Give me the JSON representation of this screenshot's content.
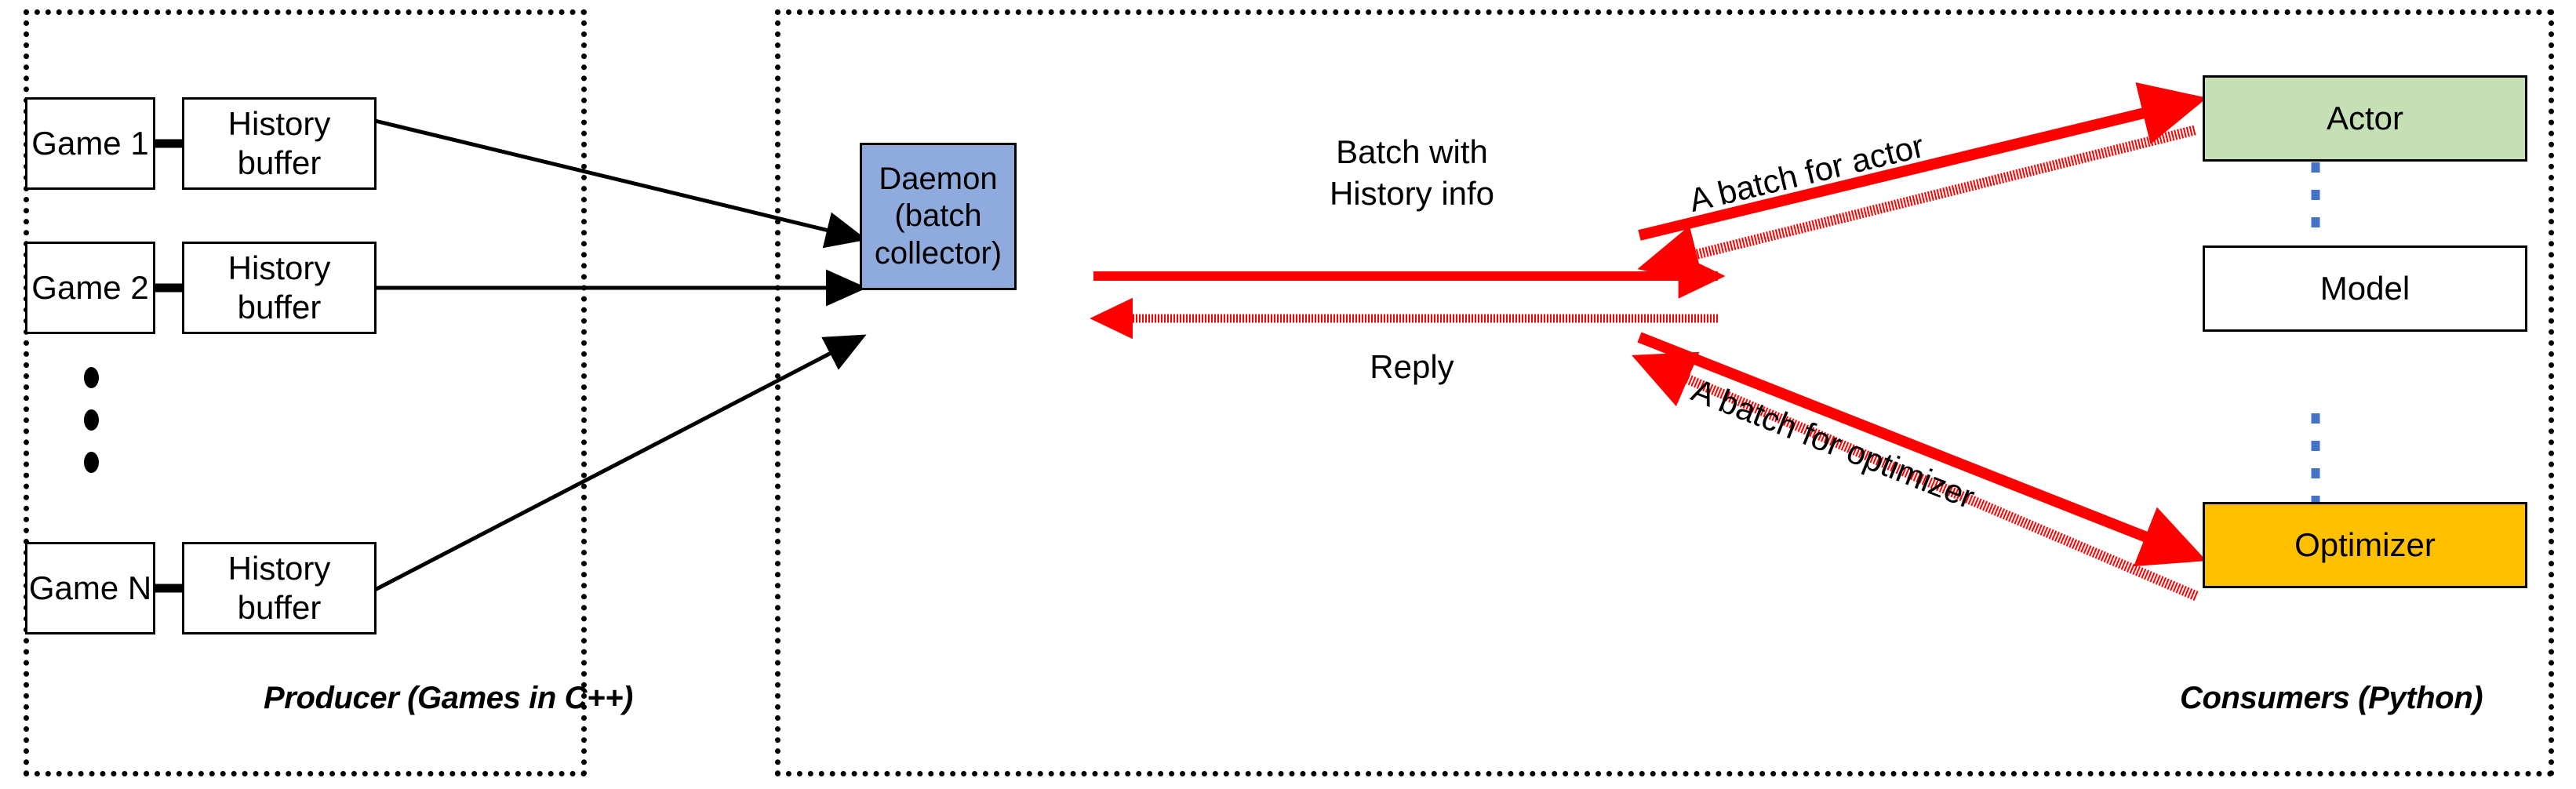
{
  "diagram": {
    "title_colors": {
      "daemon_fill": "#8FAADC",
      "actor_fill": "#C5E0B4",
      "model_fill": "#FFFFFF",
      "optimizer_fill": "#FFC000",
      "arrow_red": "#FF0000",
      "link_blue": "#4472C4",
      "border_black": "#000000"
    },
    "producer": {
      "caption": "Producer (Games in C++)",
      "games": [
        {
          "game_label": "Game 1",
          "buffer_label": "History buffer"
        },
        {
          "game_label": "Game 2",
          "buffer_label": "History buffer"
        },
        {
          "game_label": "Game N",
          "buffer_label": "History buffer"
        }
      ],
      "ellipsis": "● ● ●",
      "daemon_label": "Daemon\n(batch\ncollector)"
    },
    "channel": {
      "request_label": "Batch with\nHistory info",
      "reply_label": "Reply"
    },
    "consumers": {
      "caption": "Consumers (Python)",
      "actor_label": "Actor",
      "model_label": "Model",
      "optimizer_label": "Optimizer",
      "actor_batch_label": "A batch for actor",
      "optimizer_batch_label": "A batch for optimizer"
    }
  }
}
